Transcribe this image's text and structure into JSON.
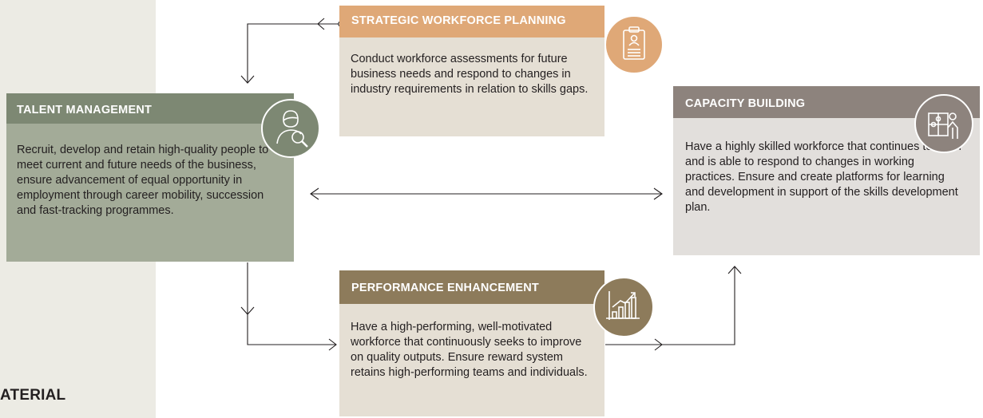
{
  "page": {
    "partial_heading": "ATERIAL"
  },
  "boxes": {
    "strategic": {
      "title": "STRATEGIC WORKFORCE PLANNING",
      "body": "Conduct workforce assessments for future business needs and respond to changes in industry requirements in relation to skills gaps.",
      "icon": "clipboard-person-icon",
      "header_color": "#dfa877",
      "body_color": "#e5dfd4"
    },
    "talent": {
      "title": "TALENT MANAGEMENT",
      "body": "Recruit, develop and retain high-quality people to meet current and future needs of the business, ensure advancement of equal opportunity in employment through career mobility, succession and fast-tracking programmes.",
      "icon": "person-magnifier-icon",
      "header_color": "#7d8873",
      "body_color": "#a3ab98"
    },
    "capacity": {
      "title": "CAPACITY BUILDING",
      "body": "Have a highly skilled workforce that continues to learn and is able to respond to changes in working practices. Ensure and create platforms for learning and development in support of the skills development plan.",
      "icon": "puzzle-person-icon",
      "header_color": "#8d837d",
      "body_color": "#e2dfdc"
    },
    "performance": {
      "title": "PERFORMANCE ENHANCEMENT",
      "body": "Have a high-performing, well-motivated workforce that continuously seeks to improve on quality outputs. Ensure reward system retains high-performing teams and individuals.",
      "icon": "growth-chart-icon",
      "header_color": "#8d7b5b",
      "body_color": "#e5dfd4"
    }
  }
}
